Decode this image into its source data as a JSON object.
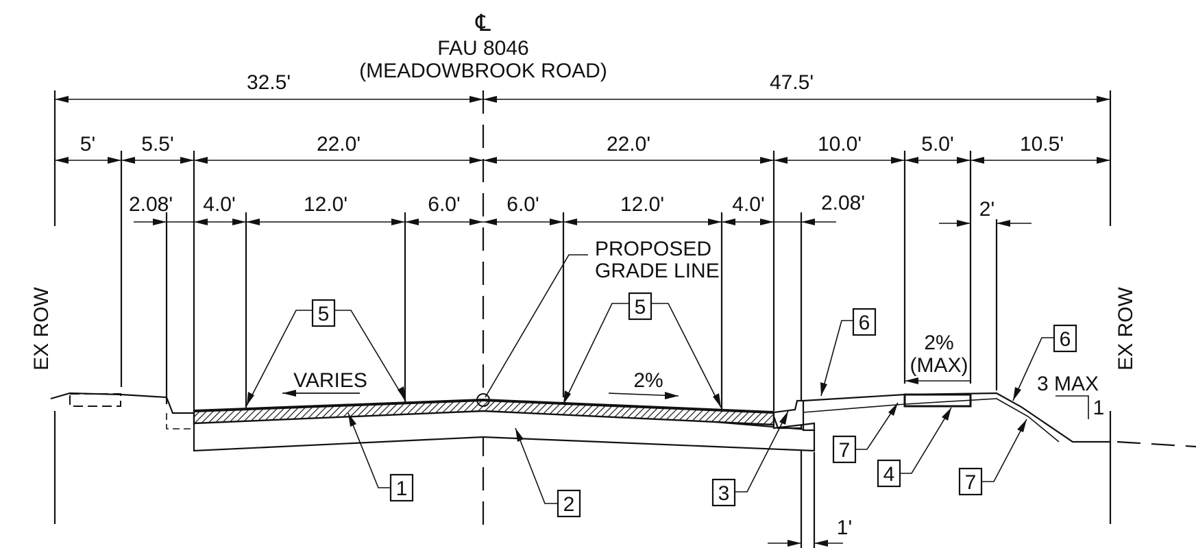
{
  "centerline": {
    "symbol": "℄",
    "route": "FAU 8046",
    "road": "(MEADOWBROOK ROAD)"
  },
  "overall_dims": {
    "left": "32.5'",
    "right": "47.5'"
  },
  "row_dims": {
    "left": [
      "5'",
      "5.5'",
      "22.0'"
    ],
    "right": [
      "22.0'",
      "10.0'",
      "5.0'",
      "10.5'"
    ]
  },
  "lane_dims": {
    "left": [
      "2.08'",
      "4.0'",
      "12.0'",
      "6.0'"
    ],
    "right": [
      "6.0'",
      "12.0'",
      "4.0'",
      "2.08'"
    ],
    "walk_offset": "2'",
    "bottom_offset": "1'"
  },
  "labels": {
    "row_left": "EX ROW",
    "row_right": "EX ROW",
    "grade_line_1": "PROPOSED",
    "grade_line_2": "GRADE LINE",
    "varies": "VARIES",
    "slope_pavement": "2%",
    "slope_walk": "2%",
    "slope_walk_max": "(MAX)",
    "side_slope": "3 MAX",
    "side_slope_rise": "1"
  },
  "callouts": {
    "c1": "1",
    "c2": "2",
    "c3": "3",
    "c4": "4",
    "c5_left": "5",
    "c5_right": "5",
    "c6_left": "6",
    "c6_right": "6",
    "c7_left": "7",
    "c7_right": "7"
  }
}
